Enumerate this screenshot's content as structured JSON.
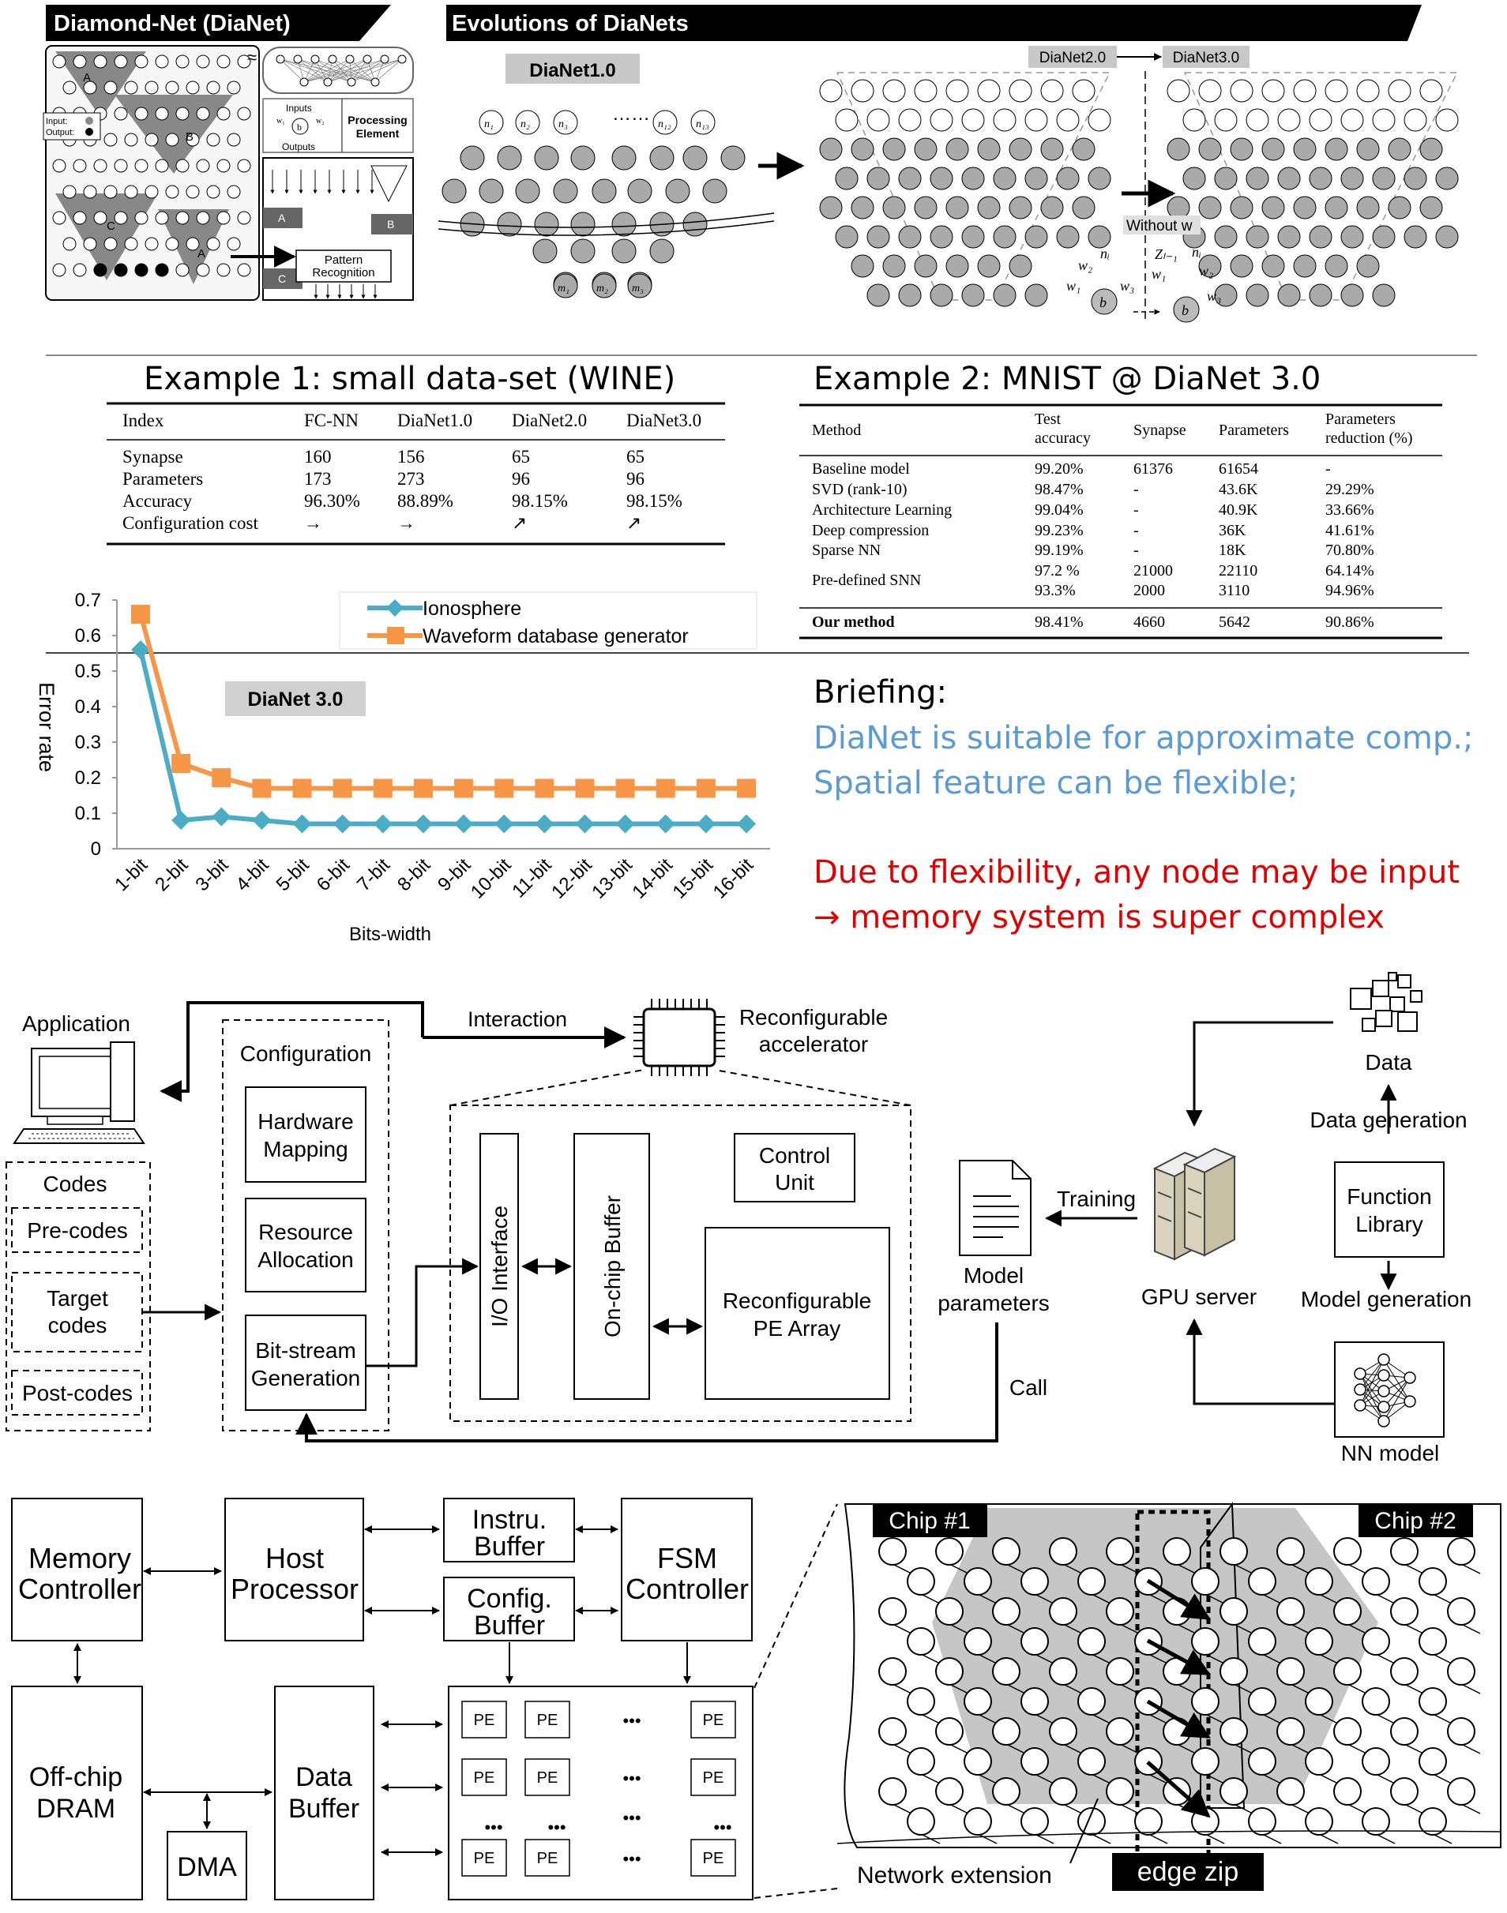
{
  "headers": {
    "diamond_net": "Diamond-Net (DiaNet)",
    "evolutions": "Evolutions of DiaNets",
    "dianet10": "DiaNet1.0",
    "dianet20": "DiaNet2.0",
    "dianet30": "DiaNet3.0"
  },
  "left_figure": {
    "a": "A",
    "b": "B",
    "c": "C",
    "input": "Input:",
    "output": "Output:",
    "inputs": "Inputs",
    "outputs": "Outputs",
    "w1": "w₁",
    "w2": "w₂",
    "b_node": "b",
    "processing_element": "Processing Element",
    "pattern_recognition": "Pattern Recognition",
    "approx": "≈"
  },
  "evolution_figure": {
    "n_labels_10": [
      "n₁",
      "n₂",
      "n₃",
      "n₁₂",
      "n₁₃"
    ],
    "m_labels_10": [
      "m₁",
      "m₂",
      "m₃"
    ],
    "dots": "……",
    "without_w": "Without w",
    "z_label": "Zₗ₋₁",
    "n_i": "nᵢ",
    "w1": "w₁",
    "w2": "w₂",
    "w3": "w₃",
    "b": "b"
  },
  "example1": {
    "title": "Example 1: small data-set (WINE)",
    "headers": [
      "Index",
      "FC-NN",
      "DiaNet1.0",
      "DiaNet2.0",
      "DiaNet3.0"
    ],
    "rows": [
      [
        "Synapse",
        "160",
        "156",
        "65",
        "65"
      ],
      [
        "Parameters",
        "173",
        "273",
        "96",
        "96"
      ],
      [
        "Accuracy",
        "96.30%",
        "88.89%",
        "98.15%",
        "98.15%"
      ],
      [
        "Configuration cost",
        "→",
        "→",
        "↗",
        "↗"
      ]
    ]
  },
  "example2": {
    "title": "Example 2: MNIST @ DiaNet 3.0",
    "headers": [
      "Method",
      "Test accuracy",
      "Synapse",
      "Parameters",
      "Parameters reduction (%)"
    ],
    "rows": [
      [
        "Baseline model",
        "99.20%",
        "61376",
        "61654",
        "-"
      ],
      [
        "SVD (rank-10)",
        "98.47%",
        "-",
        "43.6K",
        "29.29%"
      ],
      [
        "Architecture Learning",
        "99.04%",
        "-",
        "40.9K",
        "33.66%"
      ],
      [
        "Deep compression",
        "99.23%",
        "-",
        "36K",
        "41.61%"
      ],
      [
        "Sparse NN",
        "99.19%",
        "-",
        "18K",
        "70.80%"
      ],
      [
        "Pre-defined SNN",
        "97.2 %",
        "21000",
        "22110",
        "64.14%"
      ],
      [
        "",
        "93.3%",
        "2000",
        "3110",
        "94.96%"
      ]
    ],
    "final_row": [
      "Our method",
      "98.41%",
      "4660",
      "5642",
      "90.86%"
    ]
  },
  "chart_data": {
    "type": "line",
    "title": "DiaNet 3.0",
    "xlabel": "Bits-width",
    "ylabel": "Error rate",
    "categories": [
      "1-bit",
      "2-bit",
      "3-bit",
      "4-bit",
      "5-bit",
      "6-bit",
      "7-bit",
      "8-bit",
      "9-bit",
      "10-bit",
      "11-bit",
      "12-bit",
      "13-bit",
      "14-bit",
      "15-bit",
      "16-bit"
    ],
    "ylim": [
      0,
      0.7
    ],
    "yticks": [
      "0",
      "0.1",
      "0.2",
      "0.3",
      "0.4",
      "0.5",
      "0.6",
      "0.7"
    ],
    "legend_position": "top-right",
    "grid": false,
    "series": [
      {
        "name": "Ionosphere",
        "color": "#4bacc6",
        "marker": "diamond",
        "values": [
          0.56,
          0.08,
          0.09,
          0.08,
          0.07,
          0.07,
          0.07,
          0.07,
          0.07,
          0.07,
          0.07,
          0.07,
          0.07,
          0.07,
          0.07,
          0.07
        ]
      },
      {
        "name": "Waveform database generator",
        "color": "#f79646",
        "marker": "square",
        "values": [
          0.66,
          0.24,
          0.2,
          0.17,
          0.17,
          0.17,
          0.17,
          0.17,
          0.17,
          0.17,
          0.17,
          0.17,
          0.17,
          0.17,
          0.17,
          0.17
        ]
      }
    ]
  },
  "briefing": {
    "title": "Briefing:",
    "blue_lines": [
      "DiaNet is suitable for approximate comp.;",
      "Spatial feature can be flexible;"
    ],
    "red_lines": [
      "Due to flexibility, any node may be input",
      "→ memory system is super complex"
    ],
    "blue_color": "#5b9bd5",
    "red_color": "#e00000"
  },
  "workflow": {
    "application": "Application",
    "interaction": "Interaction",
    "reconfigurable_accelerator": [
      "Reconfigurable",
      "accelerator"
    ],
    "configuration": "Configuration",
    "hardware_mapping": [
      "Hardware",
      "Mapping"
    ],
    "resource_allocation": [
      "Resource",
      "Allocation"
    ],
    "bitstream_generation": [
      "Bit-stream",
      "Generation"
    ],
    "codes": "Codes",
    "pre_codes": "Pre-codes",
    "target_codes": [
      "Target",
      "codes"
    ],
    "post_codes": "Post-codes",
    "io_interface": "I/O Interface",
    "onchip_buffer": "On-chip Buffer",
    "control_unit": [
      "Control",
      "Unit"
    ],
    "reconfig_pe_array": [
      "Reconfigurable",
      "PE Array"
    ],
    "model_parameters": [
      "Model",
      "parameters"
    ],
    "training": "Training",
    "call": "Call",
    "gpu_server": "GPU server",
    "data": "Data",
    "data_generation": "Data generation",
    "function_library": [
      "Function",
      "Library"
    ],
    "model_generation": "Model generation",
    "nn_model": "NN model"
  },
  "architecture": {
    "memory_controller": [
      "Memory",
      "Controller"
    ],
    "host_processor": [
      "Host",
      "Processor"
    ],
    "instru_buffer": [
      "Instru.",
      "Buffer"
    ],
    "config_buffer": [
      "Config.",
      "Buffer"
    ],
    "fsm_controller": [
      "FSM",
      "Controller"
    ],
    "offchip_dram": [
      "Off-chip",
      "DRAM"
    ],
    "data_buffer": [
      "Data",
      "Buffer"
    ],
    "dma": "DMA",
    "pe": "PE",
    "dots": "•••",
    "chip1": "Chip #1",
    "chip2": "Chip #2",
    "network_extension": "Network extension",
    "edge_zip": "edge zip"
  }
}
